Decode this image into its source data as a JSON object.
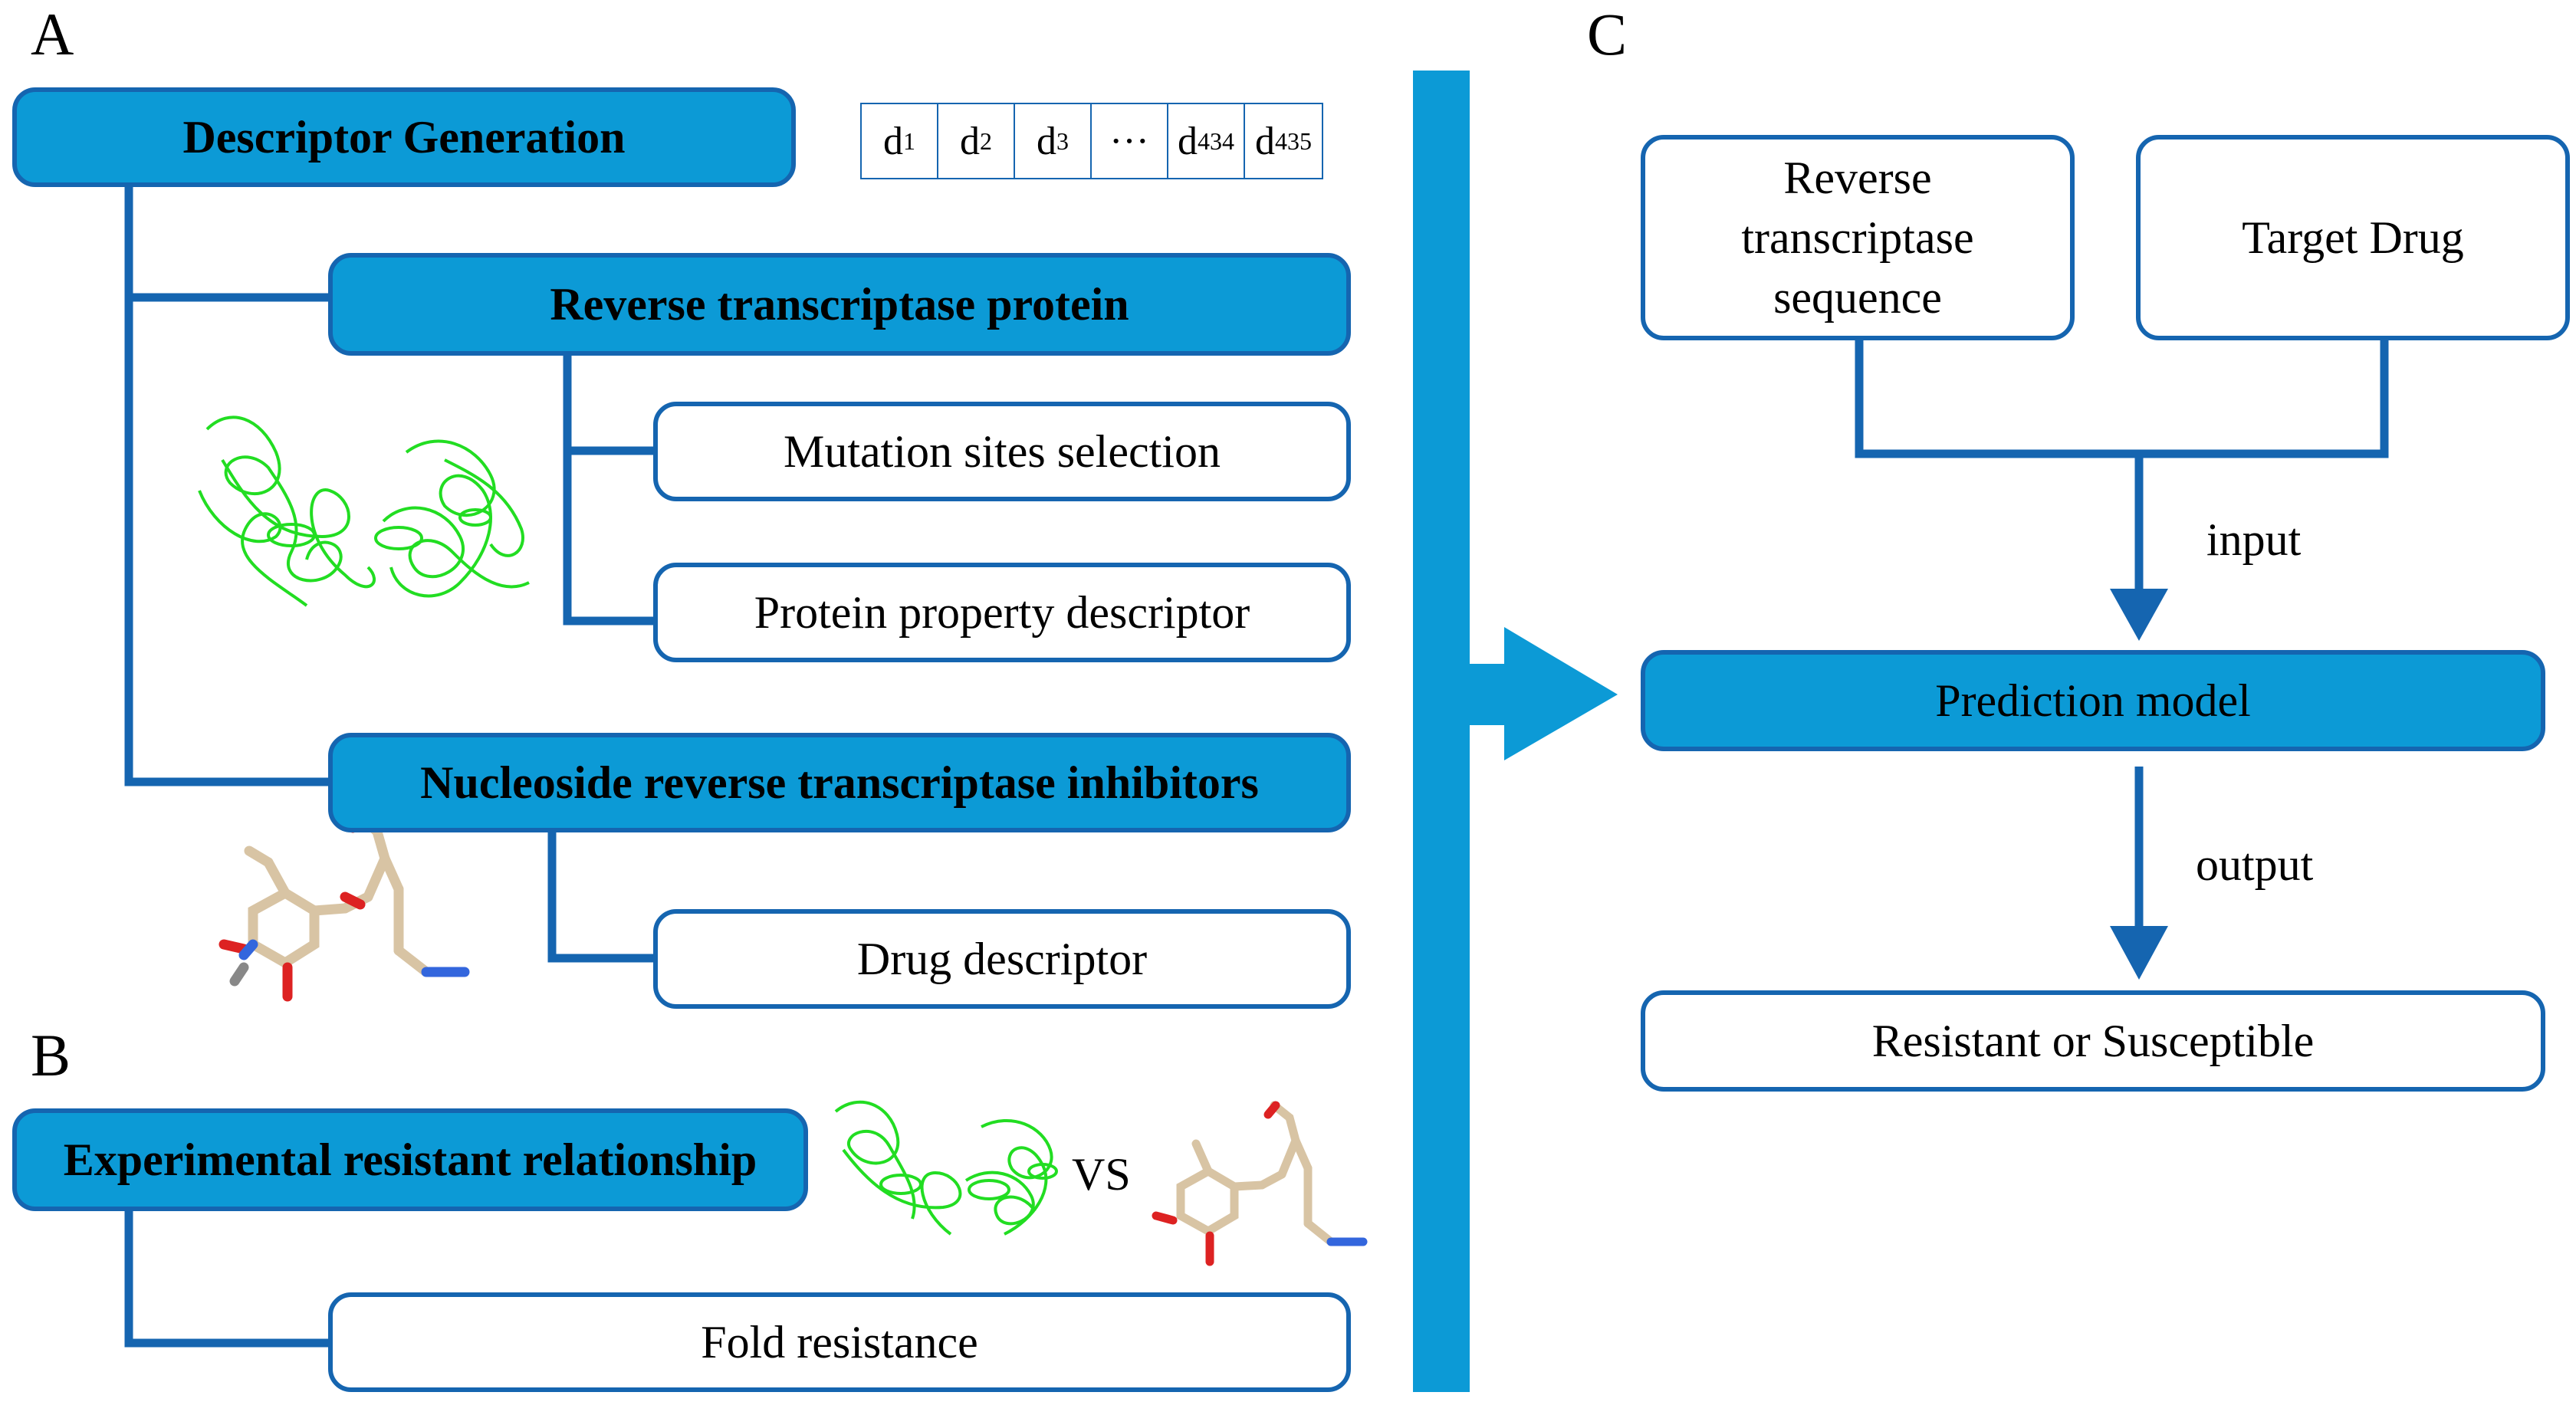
{
  "panels": {
    "a": "A",
    "b": "B",
    "c": "C"
  },
  "panel_a": {
    "root": "Descriptor Generation",
    "descriptors": [
      {
        "base": "d",
        "sub": "1"
      },
      {
        "base": "d",
        "sub": "2"
      },
      {
        "base": "d",
        "sub": "3"
      },
      {
        "base": "···",
        "sub": ""
      },
      {
        "base": "d",
        "sub": "434"
      },
      {
        "base": "d",
        "sub": "435"
      }
    ],
    "protein_header": "Reverse transcriptase protein",
    "protein_children": [
      "Mutation sites selection",
      "Protein property descriptor"
    ],
    "drug_header": "Nucleoside reverse transcriptase inhibitors",
    "drug_child": "Drug descriptor"
  },
  "panel_b": {
    "header": "Experimental resistant relationship",
    "vs": "VS",
    "child": "Fold resistance"
  },
  "panel_c": {
    "input_sequence": "Reverse transcriptase sequence",
    "input_drug": "Target Drug",
    "input_label": "input",
    "model": "Prediction model",
    "output_label": "output",
    "result": "Resistant or Susceptible"
  },
  "colors": {
    "fill": "#0C9AD6",
    "stroke": "#1565B0",
    "protein": "#22DD22"
  }
}
